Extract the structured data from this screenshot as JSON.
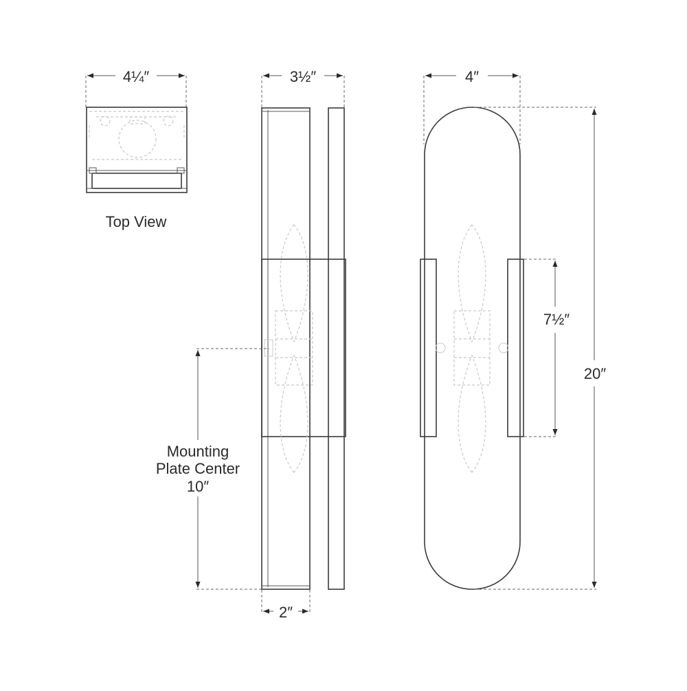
{
  "labels": {
    "top_view": "Top View",
    "mounting_line1": "Mounting",
    "mounting_line2": "Plate Center",
    "mounting_line3": "10″"
  },
  "dimensions": {
    "top_width": "4¼″",
    "side_depth": "3½″",
    "side_base": "2″",
    "front_width": "4″",
    "front_height": "20″",
    "clamp_height": "7½″"
  },
  "colors": {
    "outline": "#3a3a3a",
    "hidden_lines": "#c8c8c8",
    "text": "#2a2a2a"
  }
}
